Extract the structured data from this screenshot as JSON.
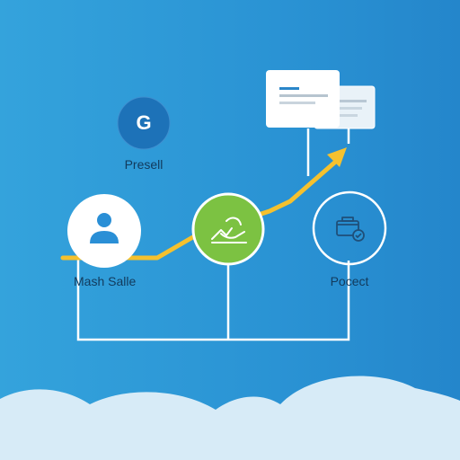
{
  "nodes": {
    "google": {
      "glyph": "G",
      "label": "Presell"
    },
    "user": {
      "label": "Mash Salle",
      "icon": "user-icon"
    },
    "growth": {
      "icon": "handshake-icon"
    },
    "product": {
      "label": "Pocect",
      "icon": "product-box-icon"
    }
  },
  "colors": {
    "background": "#2a93d4",
    "arrow": "#f5c12e",
    "google_badge": "#1d72b8",
    "growth_fill": "#7cc242",
    "connector": "#ffffff",
    "cloud": "#d7ebf7"
  },
  "icons": [
    "document-card-icon",
    "cloud-decoration"
  ]
}
